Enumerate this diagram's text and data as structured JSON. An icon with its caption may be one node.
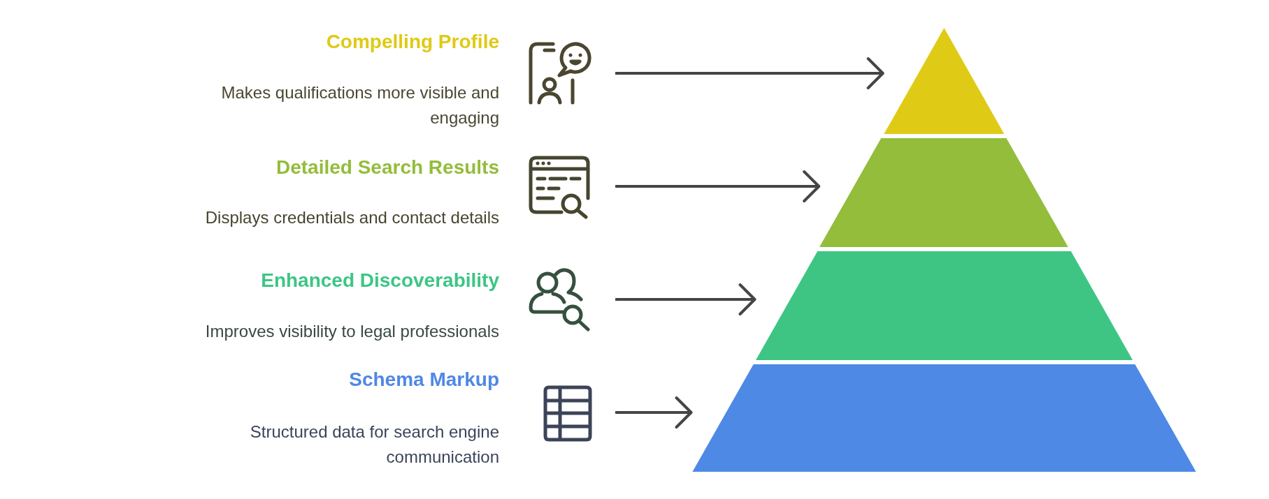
{
  "diagram": {
    "nodes": [
      {
        "text": [
          "Compelling Profile",
          "Makes qualifications more visible and engaging"
        ]
      },
      {
        "text": [
          "Detailed Search Results",
          "Displays credentials and contact details"
        ]
      },
      {
        "text": [
          "Enhanced Discoverability",
          "Improves visibility to legal professionals"
        ]
      },
      {
        "text": [
          "Schema Markup",
          "Structured data for search engine communication"
        ]
      },
      {
        "text": [],
        "shape": "triangle"
      },
      {
        "text": [],
        "shape": "trapezoid"
      },
      {
        "text": [],
        "shape": "trapezoid"
      },
      {
        "text": [],
        "shape": "trapezoid"
      }
    ],
    "edges": [
      {
        "from": 0,
        "to": 4,
        "arrow": "to"
      },
      {
        "from": 1,
        "to": 5,
        "arrow": "to"
      },
      {
        "from": 2,
        "to": 6,
        "arrow": "to"
      },
      {
        "from": 3,
        "to": 7,
        "arrow": "to"
      }
    ]
  }
}
